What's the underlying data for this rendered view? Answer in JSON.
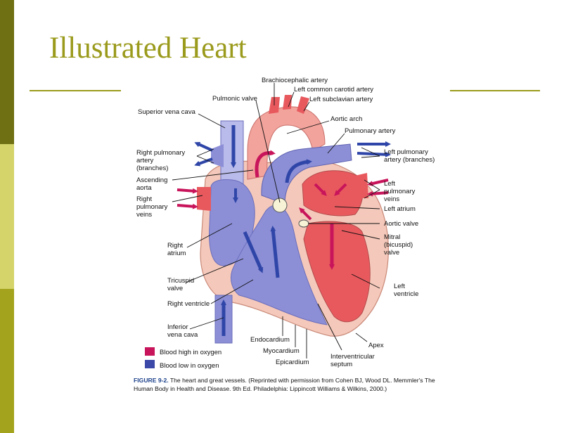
{
  "slide": {
    "title": "Illustrated Heart",
    "accent_color": "#9a9a1c"
  },
  "diagram": {
    "labels": {
      "brachiocephalic_artery": "Brachiocephalic artery",
      "left_common_carotid_artery": "Left common carotid artery",
      "left_subclavian_artery": "Left subclavian artery",
      "pulmonic_valve": "Pulmonic valve",
      "superior_vena_cava": "Superior vena cava",
      "aortic_arch": "Aortic arch",
      "pulmonary_artery": "Pulmonary artery",
      "right_pulmonary_artery": [
        "Right pulmonary",
        "artery",
        "(branches)"
      ],
      "left_pulmonary_artery": [
        "Left pulmonary",
        "artery (branches)"
      ],
      "ascending_aorta": [
        "Ascending",
        "aorta"
      ],
      "right_pulmonary_veins": [
        "Right",
        "pulmonary",
        "veins"
      ],
      "left_pulmonary_veins": [
        "Left",
        "pulmonary",
        "veins"
      ],
      "left_atrium": "Left atrium",
      "aortic_valve": "Aortic valve",
      "mitral_valve": [
        "Mitral",
        "(bicuspid)",
        "valve"
      ],
      "right_atrium": [
        "Right",
        "atrium"
      ],
      "tricuspid_valve": [
        "Tricuspid",
        "valve"
      ],
      "right_ventricle": "Right ventricle",
      "left_ventricle": [
        "Left",
        "ventricle"
      ],
      "inferior_vena_cava": [
        "Inferior",
        "vena cava"
      ],
      "endocardium": "Endocardium",
      "myocardium": "Myocardium",
      "epicardium": "Epicardium",
      "interventricular_septum": [
        "Interventricular",
        "septum"
      ],
      "apex": "Apex"
    },
    "legend": [
      {
        "label": "Blood high in oxygen",
        "color": "#c8145a"
      },
      {
        "label": "Blood low in oxygen",
        "color": "#3d49a8"
      }
    ],
    "caption": {
      "figure": "FIGURE 9-2.",
      "line1": " The heart and great vessels. (Reprinted with permission from Cohen BJ, Wood DL. Memmler's The",
      "line2": "Human Body in Health and Disease. 9th Ed. Philadelphia: Lippincott Williams & Wilkins, 2000.)"
    },
    "colors": {
      "oxygenated": "#e8595e",
      "oxygenated_light": "#f2a39c",
      "deoxygenated": "#8c8fd6",
      "deoxygenated_light": "#b9bbea",
      "wall": "#f4c9bb",
      "arrow_red": "#c8145a",
      "arrow_blue": "#2f46a8"
    }
  }
}
